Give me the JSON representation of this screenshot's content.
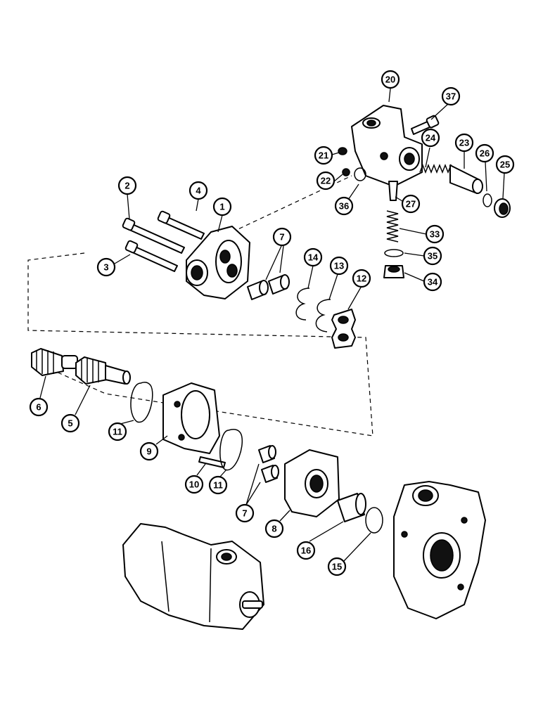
{
  "callouts": {
    "c1": "1",
    "c2": "2",
    "c3": "3",
    "c4": "4",
    "c5": "5",
    "c6": "6",
    "c7a": "7",
    "c7b": "7",
    "c8": "8",
    "c9": "9",
    "c10": "10",
    "c11a": "11",
    "c11b": "11",
    "c12": "12",
    "c13": "13",
    "c14": "14",
    "c15": "15",
    "c16": "16",
    "c20": "20",
    "c21": "21",
    "c22": "22",
    "c23": "23",
    "c24": "24",
    "c25": "25",
    "c26": "26",
    "c27": "27",
    "c33": "33",
    "c34": "34",
    "c35": "35",
    "c36": "36",
    "c37": "37"
  }
}
